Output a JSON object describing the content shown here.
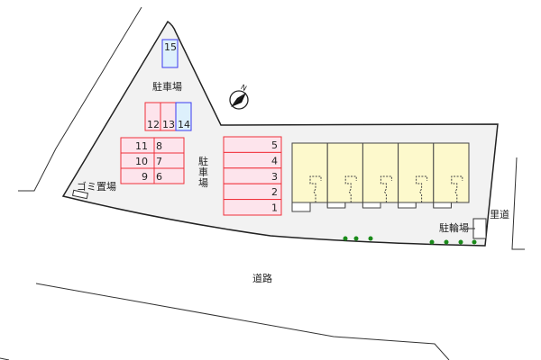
{
  "labels": {
    "parking_top": "駐車場",
    "parking_vertical": [
      "駐",
      "車",
      "場"
    ],
    "garbage": "ゴミ置場",
    "bicycle": "駐輪場",
    "village_road": "里道",
    "road": "道路",
    "north": "N"
  },
  "parking": {
    "top_single": [
      "15"
    ],
    "row_three": [
      "12",
      "13",
      "14"
    ],
    "left_col": [
      "11",
      "10",
      "9"
    ],
    "mid_col": [
      "8",
      "7",
      "6"
    ],
    "right_col": [
      "5",
      "4",
      "3",
      "2",
      "1"
    ],
    "highlighted": [
      "14",
      "15"
    ]
  },
  "colors": {
    "lot": "#f2f2f2",
    "space_fill": "#fde4ec",
    "space_border": "#f0303a",
    "space_blue_fill": "#ddf0fc",
    "space_blue_border": "#3a3af0",
    "building": "#fdf9cc",
    "tree": "#1a8a1a"
  },
  "building_units": 5,
  "trees": 7
}
